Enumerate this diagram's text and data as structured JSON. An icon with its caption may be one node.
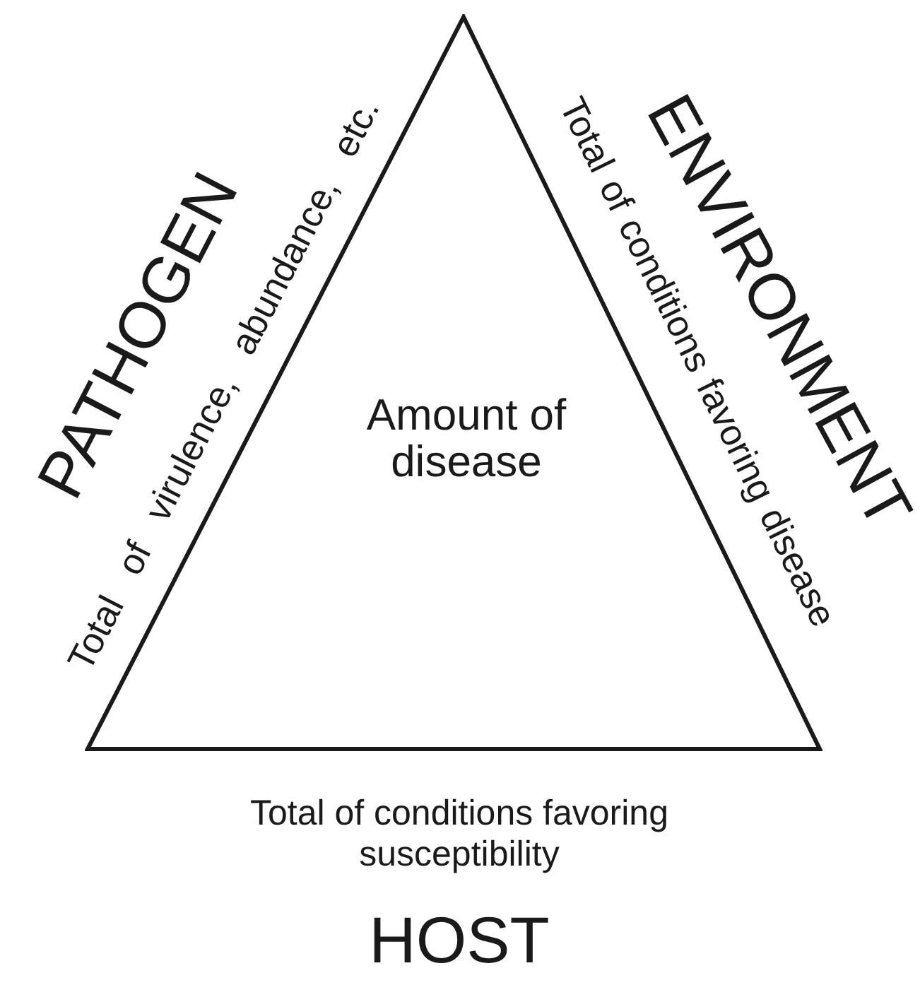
{
  "diagram": {
    "nodes": [
      {
        "text": [
          "Amount of disease"
        ]
      }
    ],
    "edges": [],
    "labels": [
      "PATHOGEN",
      "Total of virulence, abundance, etc.",
      "Total of conditions favoring disease",
      "ENVIRONMENT",
      "Total of conditions favoring susceptibility",
      "HOST"
    ]
  }
}
